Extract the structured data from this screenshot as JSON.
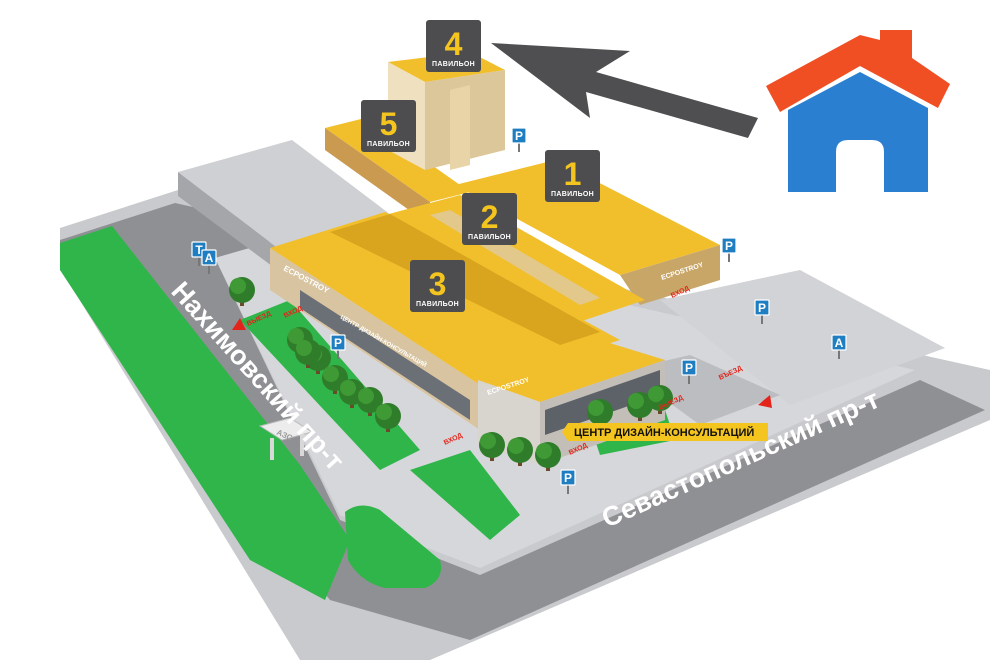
{
  "colors": {
    "road": "#8f9093",
    "road_curb": "#c9cacd",
    "lawn": "#2fb54a",
    "roof": "#f2bf2c",
    "roof_shade": "#d9a41e",
    "badge": "#4d4d4f",
    "badge_number": "#f5c51f",
    "arrow": "#4f4f51",
    "parking_blue": "#1f7ec2",
    "red": "#e3241b",
    "house_roof": "#f04e23",
    "house_body": "#2a7fd1",
    "callout": "#f5c51f"
  },
  "pavilions": [
    {
      "id": "4",
      "number": "4",
      "label": "ПАВИЛЬОН"
    },
    {
      "id": "5",
      "number": "5",
      "label": "ПАВИЛЬОН"
    },
    {
      "id": "1",
      "number": "1",
      "label": "ПАВИЛЬОН"
    },
    {
      "id": "2",
      "number": "2",
      "label": "ПАВИЛЬОН"
    },
    {
      "id": "3",
      "number": "3",
      "label": "ПАВИЛЬОН"
    }
  ],
  "roads": {
    "nakhimovsky": "Нахимовский пр-т",
    "sevastopolsky": "Севастопольский пр-т"
  },
  "callout": "ЦЕНТР ДИЗАЙН-КОНСУЛЬТАЦИЙ",
  "parking": {
    "letter": "P"
  },
  "signs": {
    "taxi": "T",
    "bus": "A",
    "gas_station": "АЗС",
    "entry": "ВЪЕЗД",
    "exit": "ВЫЕЗД",
    "entrance": "ВХОД"
  },
  "store": {
    "brand": "EСРОSTROY",
    "sub": "ЦЕНТР ДИЗАЙН-КОНСУЛЬТАЦИЙ"
  },
  "icons": [
    "home-icon",
    "direction-arrow-icon",
    "parking-icon",
    "taxi-icon",
    "bus-icon",
    "tree-icon",
    "gas-station-icon"
  ]
}
